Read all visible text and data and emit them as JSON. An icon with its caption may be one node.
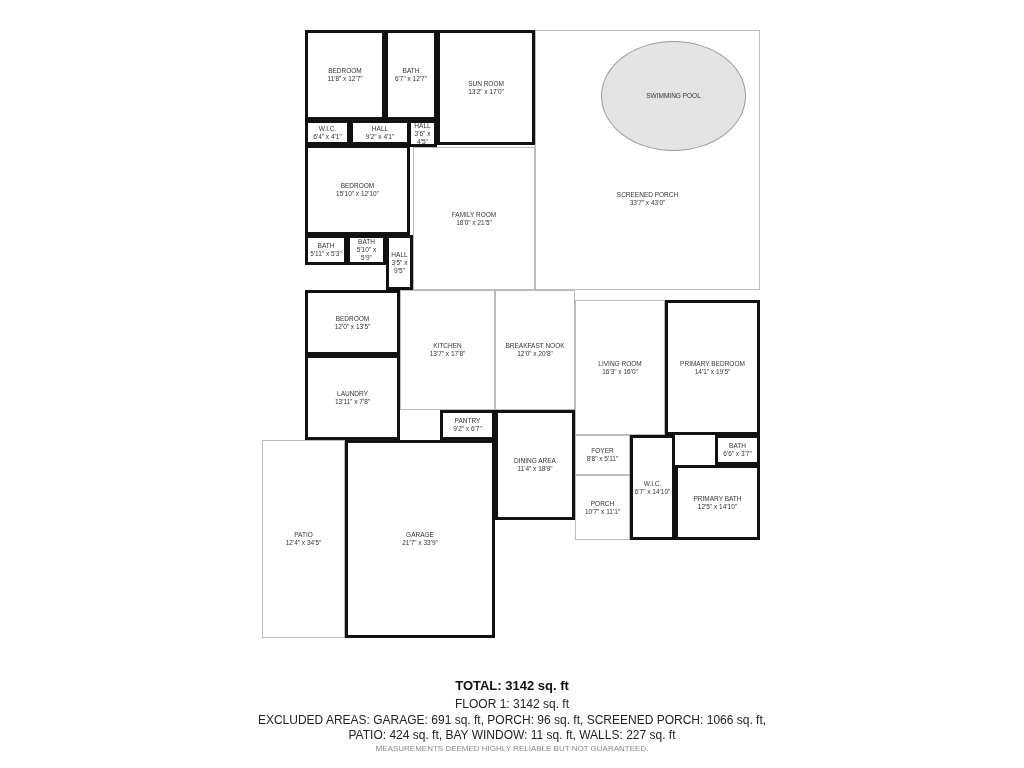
{
  "diagram": {
    "nodes": [
      {
        "text": [
          "BEDROOM",
          "11'8\" x 12'7\""
        ]
      },
      {
        "text": [
          "BATH",
          "6'7\" x 12'7\""
        ]
      },
      {
        "text": [
          "SUN ROOM",
          "13'2\" x 17'0\""
        ]
      },
      {
        "text": [
          "SCREENED PORCH",
          "33'7\" x 43'0\""
        ]
      },
      {
        "text": [
          "SWIMMING POOL"
        ],
        "in": 3
      },
      {
        "text": [
          "W.I.C.",
          "6'4\" x 4'1\""
        ]
      },
      {
        "text": [
          "HALL",
          "9'2\" x 4'1\""
        ]
      },
      {
        "text": [
          "HALL",
          "3'6\" x 4'5\""
        ]
      },
      {
        "text": [
          "BEDROOM",
          "15'10\" x 12'10\""
        ]
      },
      {
        "text": [
          "FAMILY ROOM",
          "18'0\" x 21'5\""
        ]
      },
      {
        "text": [
          "BATH",
          "5'11\" x 5'3\""
        ]
      },
      {
        "text": [
          "BATH",
          "5'10\" x 5'9\""
        ]
      },
      {
        "text": [
          "HALL",
          "3'5\" x 9'5\""
        ]
      },
      {
        "text": [
          "BEDROOM",
          "12'0\" x 13'5\""
        ]
      },
      {
        "text": [
          "BREAKFAST NOOK",
          "12'0\" x 20'8\""
        ]
      },
      {
        "text": [
          "KITCHEN",
          "13'7\" x 17'8\""
        ]
      },
      {
        "text": [
          "PRIMARY BEDROOM",
          "14'1\" x 19'5\""
        ]
      },
      {
        "text": [
          "LAUNDRY",
          "13'11\" x 7'8\""
        ]
      },
      {
        "text": [
          "LIVING ROOM",
          "16'3\" x 16'0\""
        ]
      },
      {
        "text": [
          "PANTRY",
          "9'2\" x 6'7\""
        ]
      },
      {
        "text": [
          "BATH",
          "6'6\" x 3'7\""
        ]
      },
      {
        "text": [
          "DINING AREA",
          "11'4\" x 18'9\""
        ]
      },
      {
        "text": [
          "FOYER",
          "8'8\" x 5'11\""
        ]
      },
      {
        "text": [
          "W.I.C.",
          "6'7\" x 14'10\""
        ]
      },
      {
        "text": [
          "PRIMARY BATH",
          "12'5\" x 14'10\""
        ]
      },
      {
        "text": [
          "PATIO",
          "12'4\" x 34'5\""
        ]
      },
      {
        "text": [
          "GARAGE",
          "21'7\" x 33'9\""
        ]
      },
      {
        "text": [
          "PORCH",
          "10'7\" x 11'1\""
        ]
      }
    ],
    "labels": [
      "TOTAL: 3142 sq. ft",
      "FLOOR 1: 3142 sq. ft",
      "EXCLUDED AREAS: GARAGE: 691 sq. ft, PORCH: 96 sq. ft, SCREENED PORCH: 1066 sq. ft, PATIO: 424 sq. ft, BAY WINDOW: 11 sq. ft, WALLS: 227 sq. ft",
      "MEASUREMENTS DEEMED HIGHLY RELIABLE BUT NOT GUARANTEED."
    ]
  }
}
